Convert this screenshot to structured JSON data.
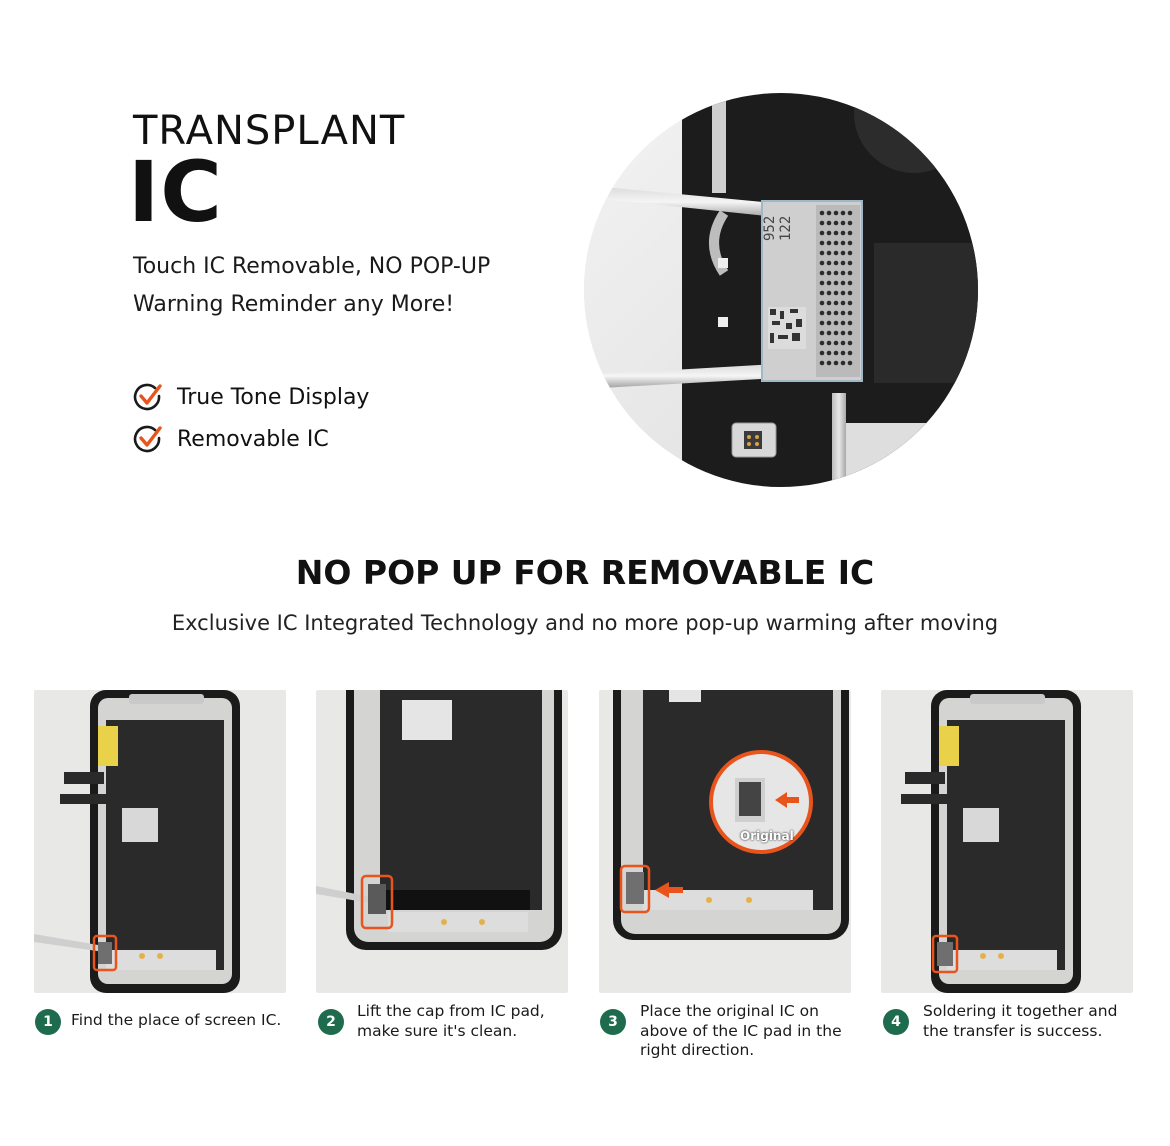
{
  "hero": {
    "title_small": "TRANSPLANT",
    "title_big": "IC",
    "desc_line1": "Touch IC Removable, NO POP-UP",
    "desc_line2": "Warning Reminder any More!",
    "features": [
      "True Tone Display",
      "Removable IC"
    ],
    "chip_text_1": "952",
    "chip_text_2": "122"
  },
  "section": {
    "title": "NO POP UP FOR REMOVABLE IC",
    "subtitle": "Exclusive IC Integrated Technology and no more pop-up warming after moving"
  },
  "steps": [
    {
      "num": "1",
      "text": [
        "Find the place of screen IC."
      ]
    },
    {
      "num": "2",
      "text": [
        "Lift the cap from IC pad,",
        "make sure it's clean."
      ]
    },
    {
      "num": "3",
      "text": [
        "Place the original IC on",
        "above of the IC pad in the",
        "right direction."
      ],
      "callout": "Original"
    },
    {
      "num": "4",
      "text": [
        "Soldering it together and",
        "the transfer is success."
      ]
    }
  ],
  "colors": {
    "accent": "#e8541b",
    "step_badge": "#1f6b4e"
  }
}
